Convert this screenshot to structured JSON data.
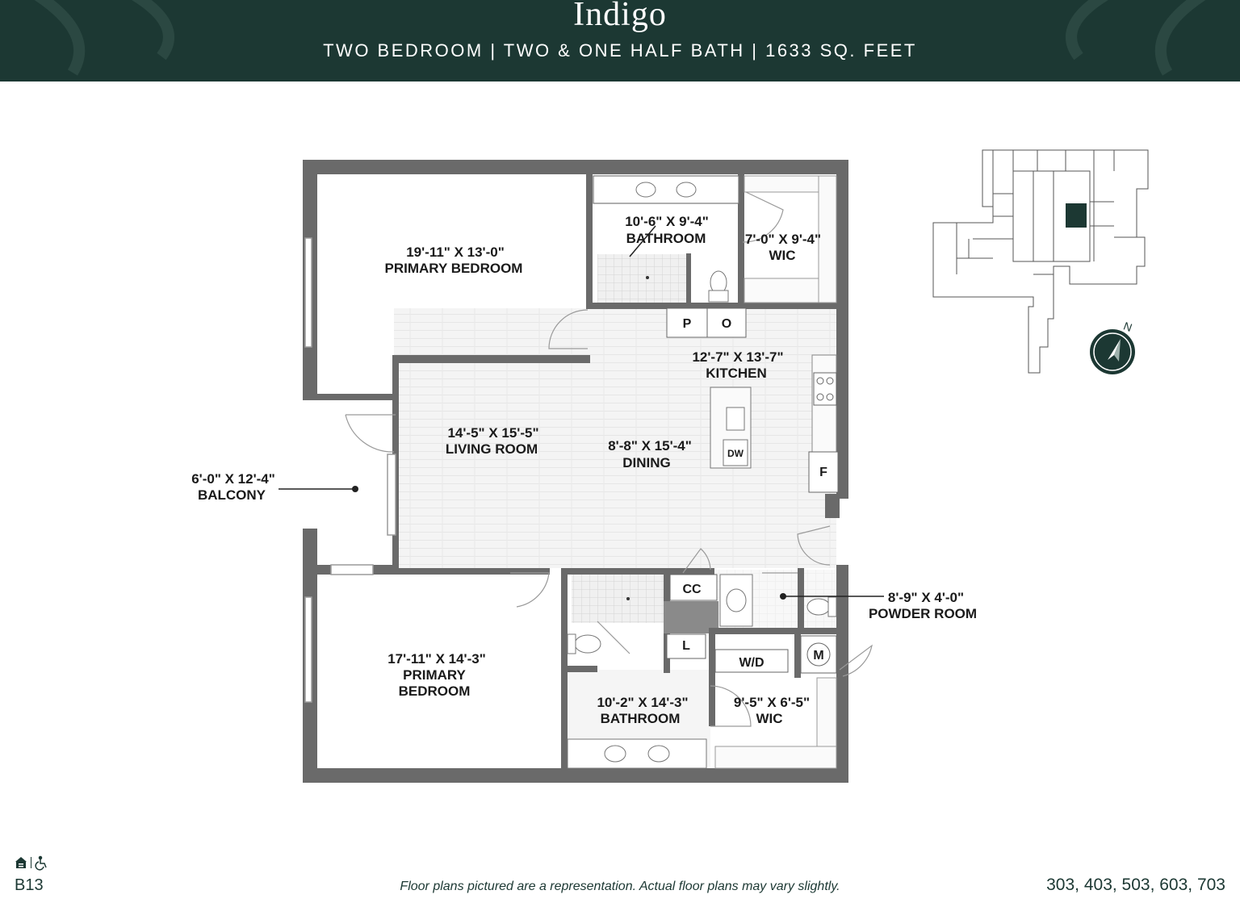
{
  "header": {
    "title": "Indigo",
    "subtitle": "TWO BEDROOM | TWO & ONE HALF BATH | 1633 SQ. FEET"
  },
  "rooms": {
    "primary_bedroom_1": {
      "dims": "19'-11\" X 13'-0\"",
      "name": "PRIMARY BEDROOM"
    },
    "bathroom_1": {
      "dims": "10'-6\" X 9'-4\"",
      "name": "BATHROOM"
    },
    "wic_1": {
      "dims": "7'-0\" X 9'-4\"",
      "name": "WIC"
    },
    "kitchen": {
      "dims": "12'-7\" X 13'-7\"",
      "name": "KITCHEN"
    },
    "living_room": {
      "dims": "14'-5\" X 15'-5\"",
      "name": "LIVING ROOM"
    },
    "dining": {
      "dims": "8'-8\" X 15'-4\"",
      "name": "DINING"
    },
    "balcony": {
      "dims": "6'-0\" X 12'-4\"",
      "name": "BALCONY"
    },
    "powder_room": {
      "dims": "8'-9\" X 4'-0\"",
      "name": "POWDER ROOM"
    },
    "primary_bedroom_2": {
      "dims": "17'-11\" X 14'-3\"",
      "name_line1": "PRIMARY",
      "name_line2": "BEDROOM"
    },
    "bathroom_2": {
      "dims": "10'-2\" X 14'-3\"",
      "name": "BATHROOM"
    },
    "wic_2": {
      "dims": "9'-5\" X 6'-5\"",
      "name": "WIC"
    }
  },
  "fixtures": {
    "pantry": "P",
    "oven": "O",
    "dishwasher": "DW",
    "fridge": "F",
    "coat_closet": "CC",
    "linen": "L",
    "washer_dryer": "W/D",
    "mechanical": "M"
  },
  "compass": {
    "label": "N"
  },
  "footer": {
    "plan_code": "B13",
    "disclaimer": "Floor plans pictured are a representation. Actual floor plans may vary slightly.",
    "units": "303, 403, 503, 603, 703"
  },
  "colors": {
    "brand_green": "#1c3833",
    "wall": "#6a6a6a",
    "floor": "#f3f3f3"
  }
}
